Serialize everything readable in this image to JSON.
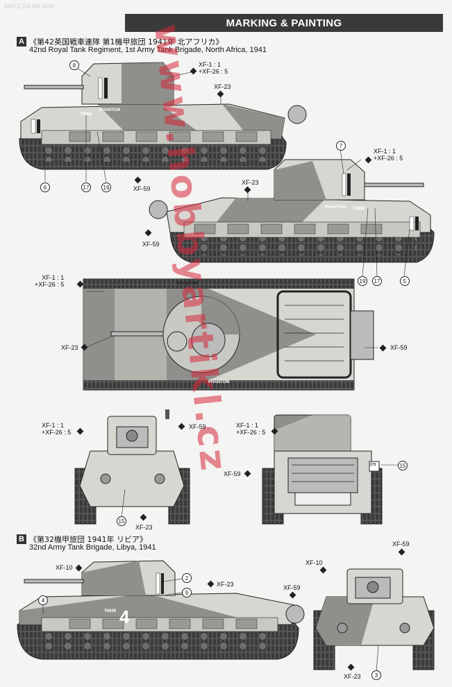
{
  "page": {
    "title": "MARKING & PAINTING",
    "faint_top": "MATILDA Mk.III/IV"
  },
  "section_a": {
    "letter": "A",
    "title_jp": "《第42英国戦車連隊 第1機甲旅団 1941年 北アフリカ》",
    "title_en": "42nd Royal Tank Regiment, 1st Army Tank Brigade, North Africa, 1941"
  },
  "section_b": {
    "letter": "B",
    "title_jp": "《第32機甲旅団 1941年 リビア》",
    "title_en": "32nd Army Tank Brigade, Libya, 1941"
  },
  "paints": {
    "xf1_xf26": [
      "XF-1 : 1",
      "+XF-26 : 5"
    ],
    "xf23": "XF-23",
    "xf59": "XF-59",
    "xf10": "XF-10"
  },
  "tank_markings": {
    "phantom": "PHANTOM",
    "serial_a": "T6968",
    "serial_b": "T6949",
    "turret_b": "4",
    "plate": "173"
  },
  "callouts": {
    "c2": "2",
    "c3": "3",
    "c4": "4",
    "c5": "5",
    "c6": "6",
    "c7": "7",
    "c8": "8",
    "c9": "9",
    "c15": "15",
    "c17": "17",
    "c19": "19"
  },
  "watermark": "www.hobbyartikl.cz",
  "colors": {
    "header": "#3a3a3a",
    "light_camo": "#d7d7d2",
    "dark_camo": "#8f8f8b",
    "watermark": "#d6283c"
  }
}
